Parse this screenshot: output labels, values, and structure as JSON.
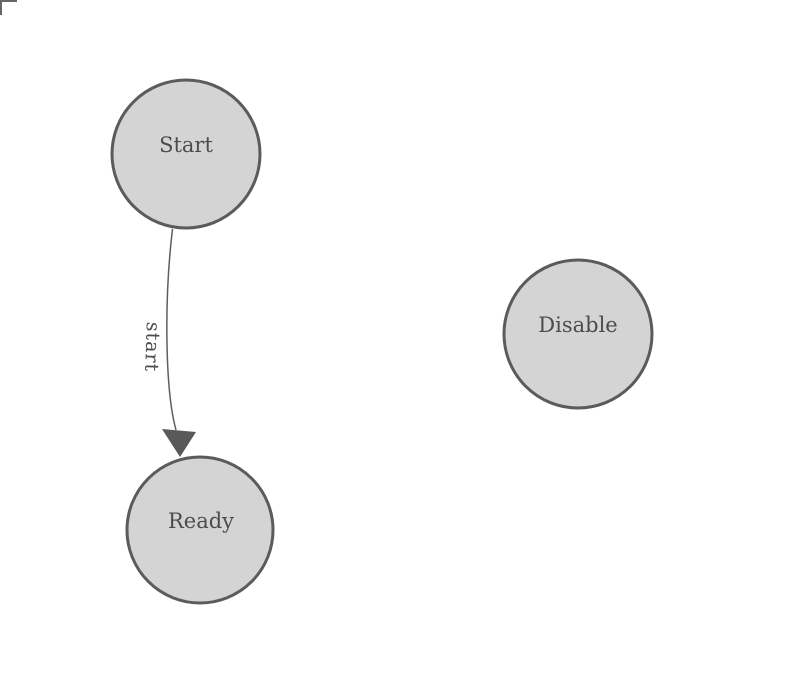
{
  "canvas": {
    "background": "#ffffff",
    "corner_mark": "top-left-corner-bracket",
    "corner_mark_color": "#666666"
  },
  "colors": {
    "node_fill": "#d4d4d4",
    "node_stroke": "#5b5b5b",
    "edge_stroke": "#5e5e5e",
    "arrow_fill": "#595959",
    "label_color": "#4c4c4c"
  },
  "diagram": {
    "type": "state-diagram",
    "nodes": [
      {
        "id": "start",
        "label": "Start"
      },
      {
        "id": "ready",
        "label": "Ready"
      },
      {
        "id": "disable",
        "label": "Disable"
      }
    ],
    "edges": [
      {
        "from": "start",
        "to": "ready",
        "label": "start",
        "arrowhead": "solid-triangle"
      }
    ]
  }
}
